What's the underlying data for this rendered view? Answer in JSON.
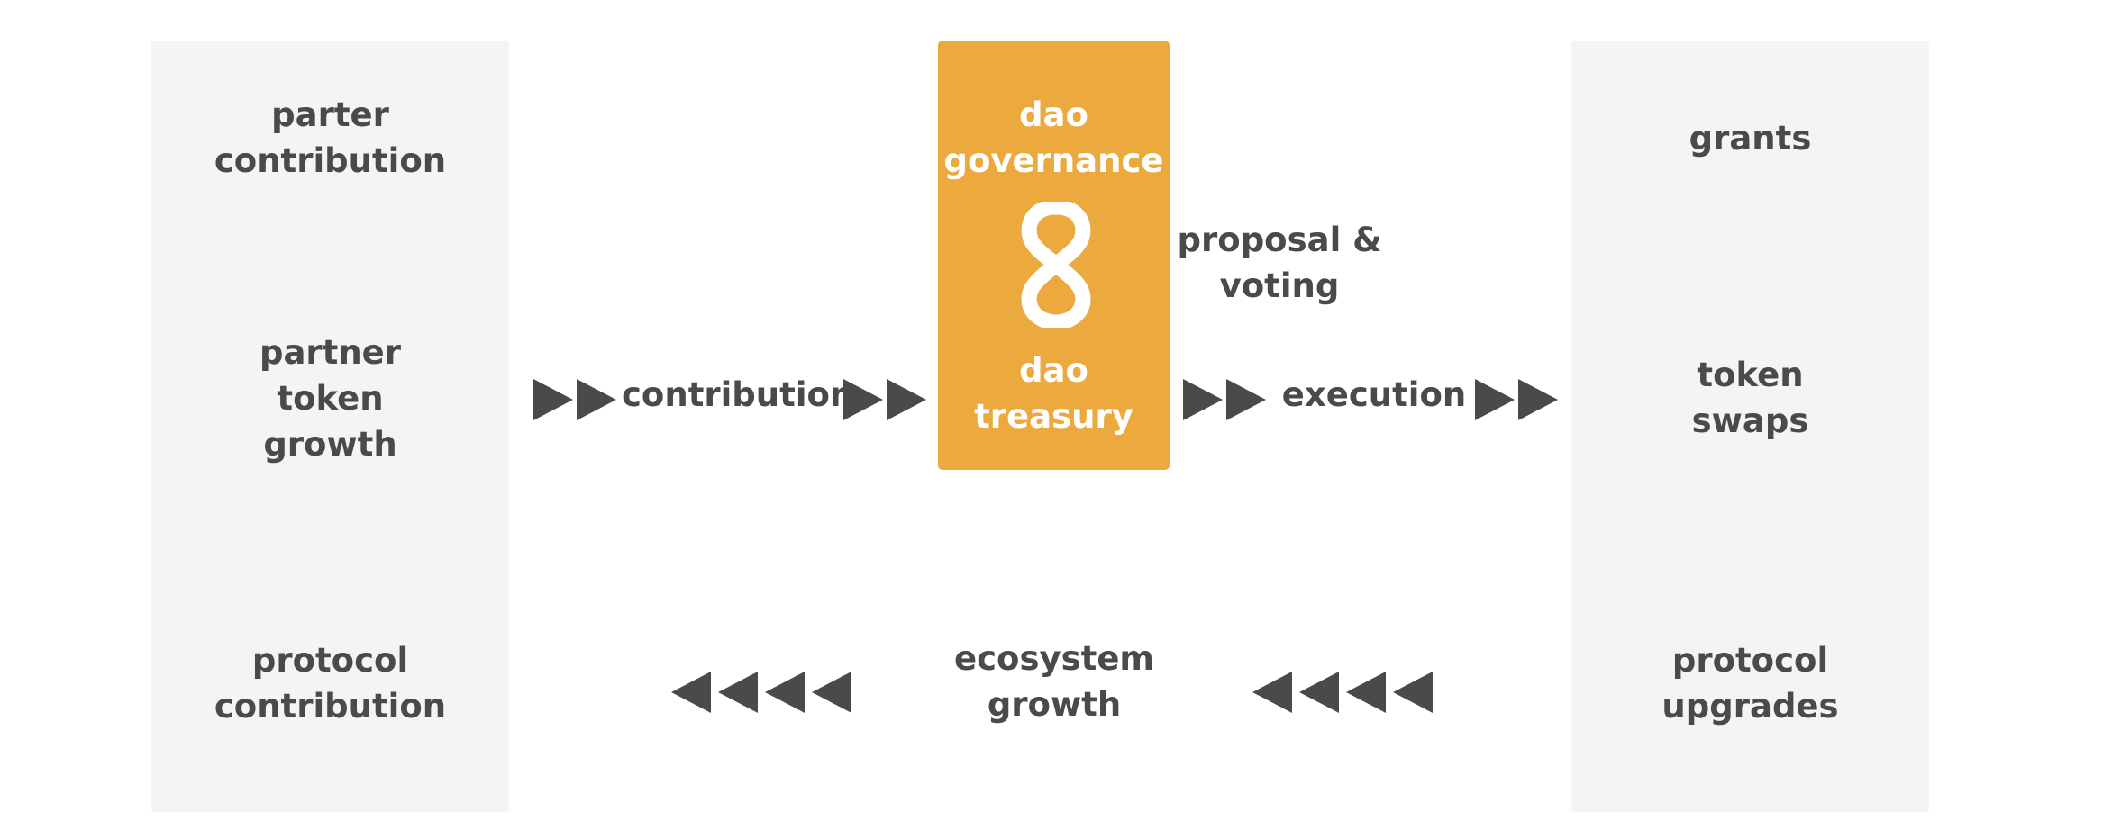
{
  "left_panel": {
    "items": [
      "parter\ncontribution",
      "partner\ntoken\ngrowth",
      "protocol\ncontribution"
    ]
  },
  "center": {
    "top_label": "dao\ngovernance",
    "logo_glyph": "8",
    "bottom_label": "dao\ntreasury",
    "fill_color": "#eba93e"
  },
  "right_panel": {
    "items": [
      "grants",
      "token\nswaps",
      "protocol\nupgrades"
    ]
  },
  "flow": {
    "contribution": "contribution",
    "proposal": "proposal &\nvoting",
    "execution": "execution",
    "ecosystem": "ecosystem\ngrowth"
  },
  "colors": {
    "panel": "#f4f4f4",
    "text": "#4a4a4a",
    "accent": "#eba93e"
  }
}
